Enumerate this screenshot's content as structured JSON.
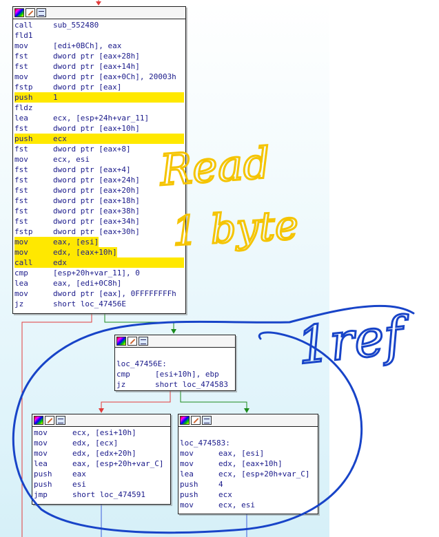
{
  "annotations": {
    "read_line1": "Read",
    "read_line2": "1 byte",
    "xref": "1ref"
  },
  "colors": {
    "highlight": "#ffe800",
    "edge_false": "#e23a3a",
    "edge_true": "#1b8a1b",
    "ink_yellow": "#f5c400",
    "ink_blue": "#1844c8"
  },
  "header_icons": [
    "palette-icon",
    "edit-icon",
    "graph-icon"
  ],
  "blocks": {
    "top": {
      "rows": [
        {
          "mn": "call",
          "op": "sub_552480"
        },
        {
          "mn": "fld1",
          "op": ""
        },
        {
          "mn": "mov",
          "op": "[edi+0BCh], eax"
        },
        {
          "mn": "fst",
          "op": "dword ptr [eax+28h]"
        },
        {
          "mn": "fst",
          "op": "dword ptr [eax+14h]"
        },
        {
          "mn": "mov",
          "op": "dword ptr [eax+0Ch], 20003h"
        },
        {
          "mn": "fstp",
          "op": "dword ptr [eax]"
        },
        {
          "mn": "push",
          "op": "1"
        },
        {
          "mn": "fldz",
          "op": ""
        },
        {
          "mn": "lea",
          "op": "ecx, [esp+24h+var_11]"
        },
        {
          "mn": "fst",
          "op": "dword ptr [eax+10h]"
        },
        {
          "mn": "push",
          "op": "ecx"
        },
        {
          "mn": "fst",
          "op": "dword ptr [eax+8]"
        },
        {
          "mn": "mov",
          "op": "ecx, esi"
        },
        {
          "mn": "fst",
          "op": "dword ptr [eax+4]"
        },
        {
          "mn": "fst",
          "op": "dword ptr [eax+24h]"
        },
        {
          "mn": "fst",
          "op": "dword ptr [eax+20h]"
        },
        {
          "mn": "fst",
          "op": "dword ptr [eax+18h]"
        },
        {
          "mn": "fst",
          "op": "dword ptr [eax+38h]"
        },
        {
          "mn": "fst",
          "op": "dword ptr [eax+34h]"
        },
        {
          "mn": "fstp",
          "op": "dword ptr [eax+30h]"
        },
        {
          "mn": "mov",
          "op": "eax, [esi]"
        },
        {
          "mn": "mov",
          "op": "edx, [eax+10h]"
        },
        {
          "mn": "call",
          "op": "edx"
        },
        {
          "mn": "cmp",
          "op": "[esp+20h+var_11], 0"
        },
        {
          "mn": "lea",
          "op": "eax, [edi+0C8h]"
        },
        {
          "mn": "mov",
          "op": "dword ptr [eax], 0FFFFFFFFh"
        },
        {
          "mn": "jz",
          "op": "short loc_47456E"
        }
      ]
    },
    "mid": {
      "label": "loc_47456E:",
      "rows": [
        {
          "mn": "cmp",
          "op": "[esi+10h], ebp"
        },
        {
          "mn": "jz",
          "op": "short loc_474583"
        }
      ]
    },
    "left": {
      "rows": [
        {
          "mn": "mov",
          "op": "ecx, [esi+10h]"
        },
        {
          "mn": "mov",
          "op": "edx, [ecx]"
        },
        {
          "mn": "mov",
          "op": "edx, [edx+20h]"
        },
        {
          "mn": "lea",
          "op": "eax, [esp+20h+var_C]"
        },
        {
          "mn": "push",
          "op": "eax"
        },
        {
          "mn": "push",
          "op": "esi"
        },
        {
          "mn": "jmp",
          "op": "short loc_474591"
        }
      ]
    },
    "right": {
      "label": "loc_474583:",
      "rows": [
        {
          "mn": "mov",
          "op": "eax, [esi]"
        },
        {
          "mn": "mov",
          "op": "edx, [eax+10h]"
        },
        {
          "mn": "lea",
          "op": "ecx, [esp+20h+var_C]"
        },
        {
          "mn": "push",
          "op": "4"
        },
        {
          "mn": "push",
          "op": "ecx"
        },
        {
          "mn": "mov",
          "op": "ecx, esi"
        }
      ]
    }
  }
}
